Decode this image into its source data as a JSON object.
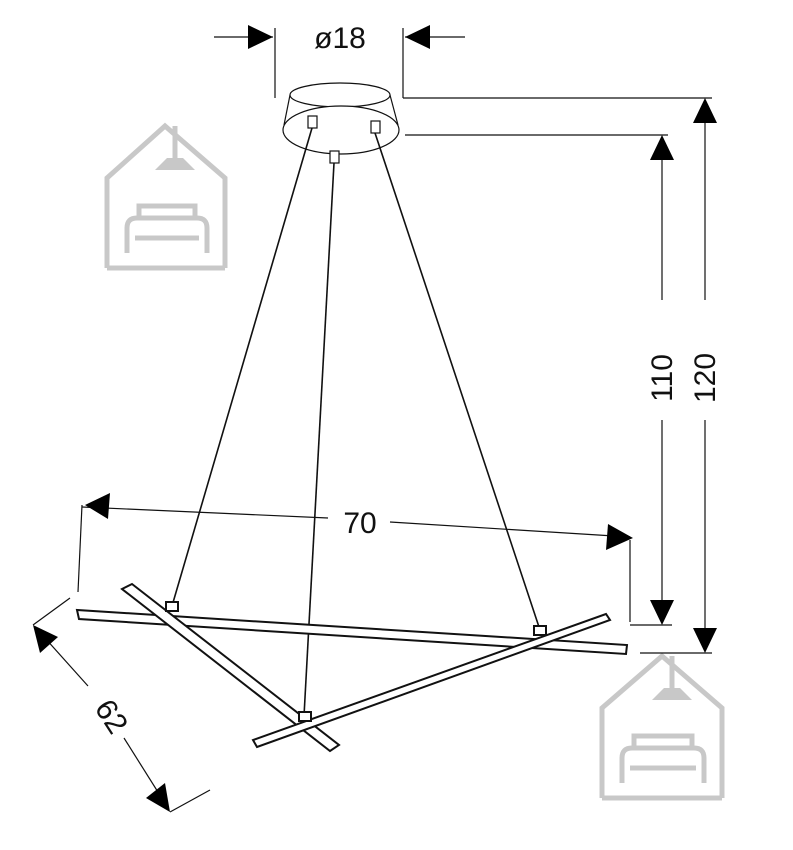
{
  "dimensions": {
    "canopy_diameter": "ø18",
    "height_to_fixture": "110",
    "total_height": "120",
    "fixture_width": "70",
    "fixture_depth": "62"
  },
  "colors": {
    "line": "#111111",
    "watermark": "#c8c8c8"
  },
  "watermark_icon": "house-with-lamp-and-sofa-icon"
}
